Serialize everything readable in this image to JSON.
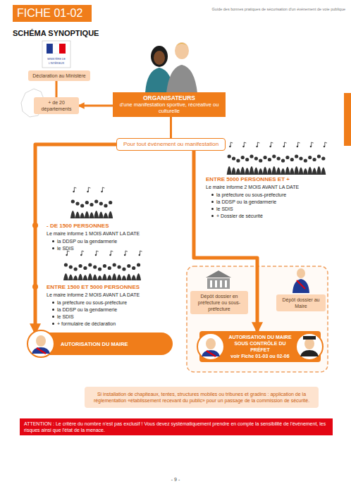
{
  "diagram": {
    "title": "SCHÉMA SYNOPTIQUE",
    "nodes": [
      {
        "text": [
          "FICHE 01-02"
        ]
      },
      {
        "text": [
          "Déclaration au Ministère"
        ]
      },
      {
        "text": [
          "+ de 20 départements"
        ]
      },
      {
        "text": [
          "ORGANISATEURS",
          "d'une manifestation sportive, récréative ou culturelle"
        ]
      },
      {
        "text": [
          "Pour tout événement ou manifestation"
        ]
      },
      {
        "text": [
          "Dépôt dossier en préfecture ou sous-préfecture"
        ]
      },
      {
        "text": [
          "Dépôt dossier au Maire"
        ]
      },
      {
        "text": [
          "AUTORISATION DU MAIRE"
        ]
      },
      {
        "text": [
          "AUTORISATION DU MAIRE SOUS CONTRÔLE DU PRÉFET",
          "voir Fiche 01-03 ou 02-06"
        ]
      },
      {
        "text": [
          "Si installation de chapiteaux, tentes, structures mobiles ou tribunes et gradins : application de la réglementation «établissement recevant du public» pour un passage de la commission de sécurité."
        ]
      },
      {
        "text": [
          "ATTENTION : Le critère du nombre n'est pas exclusif ! Vous devez systématiquement prendre en compte la sensibilité de l'événement, les risques ainsi que l'état de la menace."
        ]
      }
    ],
    "edges": [
      {
        "from": 3,
        "to": 2,
        "arrow": "to"
      },
      {
        "from": 2,
        "to": 1,
        "arrow": "none"
      },
      {
        "from": 3,
        "to": 4,
        "arrow": "none"
      },
      {
        "from": 4,
        "to": 7,
        "arrow": "to"
      },
      {
        "from": 4,
        "to": 8,
        "arrow": "to"
      }
    ],
    "labels": [
      "Guide des bonnes pratiques de sécurisation d'un événement de voie publique",
      "MINISTÈRE DE L'INTÉRIEUR",
      "ENTRE 5000 PERSONNES ET +",
      "Le maire informe 2 MOIS AVANT LA DATE",
      "la préfecture ou sous-préfecture",
      "la DDSP ou la gendarmerie",
      "le SDIS",
      "+ Dossier de sécurité",
      "- DE 1500 PERSONNES",
      "Le maire informe 1 MOIS AVANT LA DATE",
      "la DDSP ou la gendarmerie",
      "le SDIS",
      "ENTRE 1500 ET 5000 PERSONNES",
      "Le maire informe 2 MOIS AVANT LA DATE",
      "la préfecture ou sous-préfecture",
      "la DDSP ou la gendarmerie",
      "le SDIS",
      "+ formulaire de déclaration",
      "- 9 -"
    ]
  }
}
